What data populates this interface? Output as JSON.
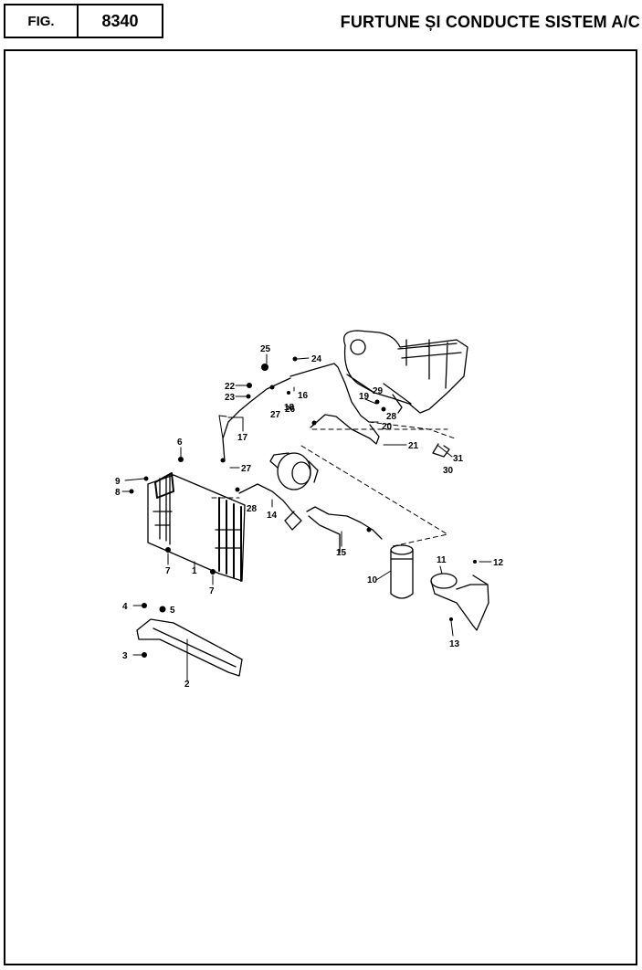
{
  "header": {
    "fig_label": "FIG.",
    "fig_number": "8340",
    "title": "FURTUNE ȘI CONDUCTE SISTEM A/C"
  },
  "callouts": [
    "1",
    "2",
    "3",
    "4",
    "5",
    "6",
    "7",
    "7",
    "8",
    "9",
    "10",
    "11",
    "12",
    "13",
    "14",
    "15",
    "16",
    "17",
    "18",
    "19",
    "20",
    "21",
    "22",
    "23",
    "24",
    "25",
    "26",
    "27",
    "27",
    "28",
    "28",
    "29",
    "30",
    "31"
  ]
}
